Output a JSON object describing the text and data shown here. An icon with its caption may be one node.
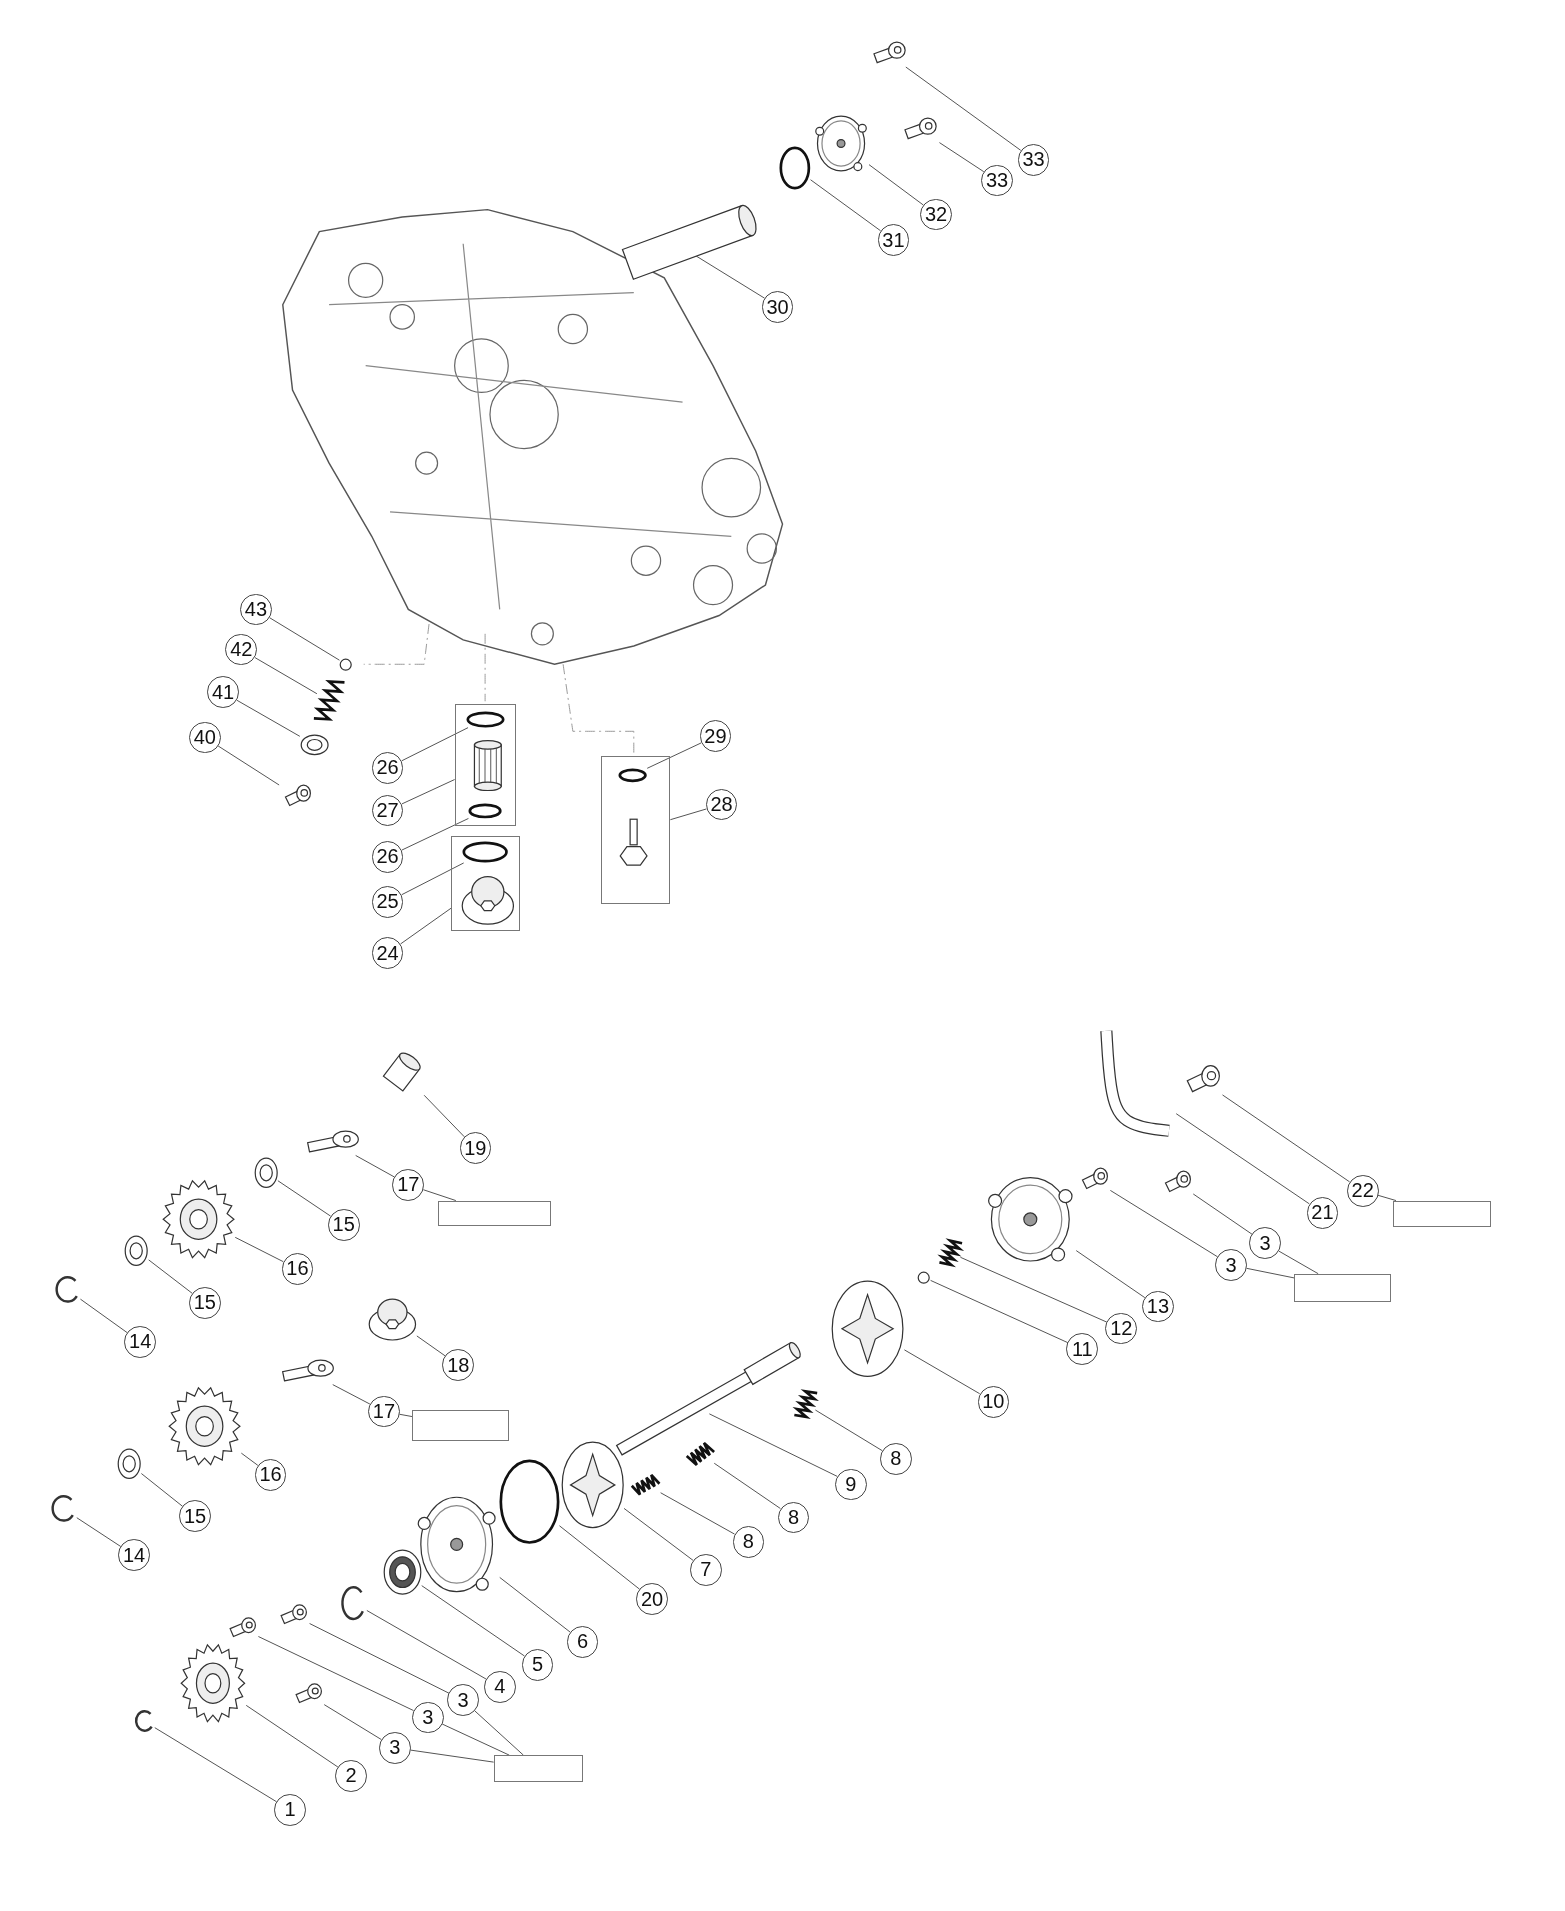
{
  "diagram": {
    "nodes": [
      {
        "text": [
          "33"
        ]
      },
      {
        "text": [],
        "shape": "picture"
      },
      {
        "text": [
          "33"
        ]
      },
      {
        "text": [],
        "shape": "picture"
      },
      {
        "text": [
          "32"
        ]
      },
      {
        "text": [],
        "shape": "picture"
      },
      {
        "text": [
          "31"
        ]
      },
      {
        "text": [],
        "shape": "circle"
      },
      {
        "text": [
          "30"
        ]
      },
      {
        "text": [],
        "shape": "picture"
      },
      {
        "text": [
          "43"
        ]
      },
      {
        "text": [],
        "shape": "circle"
      },
      {
        "text": [
          "42"
        ]
      },
      {
        "text": [],
        "shape": "picture"
      },
      {
        "text": [
          "41"
        ]
      },
      {
        "text": [],
        "shape": "picture"
      },
      {
        "text": [
          "40"
        ]
      },
      {
        "text": [],
        "shape": "picture"
      },
      {
        "text": [],
        "shape": "box"
      },
      {
        "text": [
          "26"
        ]
      },
      {
        "text": [],
        "shape": "circle",
        "in": 18
      },
      {
        "text": [
          "27"
        ]
      },
      {
        "text": [
          "26"
        ]
      },
      {
        "text": [],
        "shape": "circle",
        "in": 18
      },
      {
        "text": [],
        "shape": "box"
      },
      {
        "text": [
          "25"
        ]
      },
      {
        "text": [],
        "shape": "circle",
        "in": 24
      },
      {
        "text": [
          "24"
        ]
      },
      {
        "text": [],
        "shape": "box"
      },
      {
        "text": [
          "29"
        ]
      },
      {
        "text": [],
        "shape": "circle",
        "in": 28
      },
      {
        "text": [
          "28"
        ]
      },
      {
        "text": [
          "19"
        ]
      },
      {
        "text": [],
        "shape": "picture"
      },
      {
        "text": [
          "17"
        ]
      },
      {
        "text": [],
        "shape": "picture"
      },
      {
        "text": [],
        "shape": "box"
      },
      {
        "text": [
          "15"
        ]
      },
      {
        "text": [],
        "shape": "picture"
      },
      {
        "text": [
          "16"
        ]
      },
      {
        "text": [],
        "shape": "picture"
      },
      {
        "text": [
          "15"
        ]
      },
      {
        "text": [],
        "shape": "picture"
      },
      {
        "text": [
          "14"
        ]
      },
      {
        "text": [],
        "shape": "picture"
      },
      {
        "text": [
          "18"
        ]
      },
      {
        "text": [],
        "shape": "picture"
      },
      {
        "text": [
          "17"
        ]
      },
      {
        "text": [],
        "shape": "picture"
      },
      {
        "text": [],
        "shape": "box"
      },
      {
        "text": [
          "16"
        ]
      },
      {
        "text": [],
        "shape": "picture"
      },
      {
        "text": [
          "15"
        ]
      },
      {
        "text": [],
        "shape": "picture"
      },
      {
        "text": [
          "14"
        ]
      },
      {
        "text": [],
        "shape": "picture"
      },
      {
        "text": [
          "22"
        ]
      },
      {
        "text": [],
        "shape": "picture"
      },
      {
        "text": [],
        "shape": "box"
      },
      {
        "text": [
          "21"
        ]
      },
      {
        "text": [],
        "shape": "picture"
      },
      {
        "text": [
          "3"
        ]
      },
      {
        "text": [],
        "shape": "picture"
      },
      {
        "text": [
          "3"
        ]
      },
      {
        "text": [],
        "shape": "picture"
      },
      {
        "text": [],
        "shape": "box"
      },
      {
        "text": [
          "13"
        ]
      },
      {
        "text": [],
        "shape": "picture"
      },
      {
        "text": [
          "12"
        ]
      },
      {
        "text": [],
        "shape": "picture"
      },
      {
        "text": [
          "11"
        ]
      },
      {
        "text": [],
        "shape": "circle"
      },
      {
        "text": [
          "10"
        ]
      },
      {
        "text": [],
        "shape": "picture"
      },
      {
        "text": [
          "8"
        ]
      },
      {
        "text": [],
        "shape": "picture"
      },
      {
        "text": [
          "9"
        ]
      },
      {
        "text": [],
        "shape": "bar"
      },
      {
        "text": [
          "8"
        ]
      },
      {
        "text": [],
        "shape": "picture"
      },
      {
        "text": [
          "8"
        ]
      },
      {
        "text": [],
        "shape": "picture"
      },
      {
        "text": [
          "7"
        ]
      },
      {
        "text": [],
        "shape": "picture"
      },
      {
        "text": [
          "20"
        ]
      },
      {
        "text": [],
        "shape": "circle"
      },
      {
        "text": [
          "6"
        ]
      },
      {
        "text": [],
        "shape": "picture"
      },
      {
        "text": [
          "5"
        ]
      },
      {
        "text": [],
        "shape": "picture"
      },
      {
        "text": [
          "4"
        ]
      },
      {
        "text": [],
        "shape": "picture"
      },
      {
        "text": [
          "3"
        ]
      },
      {
        "text": [],
        "shape": "picture"
      },
      {
        "text": [
          "3"
        ]
      },
      {
        "text": [],
        "shape": "picture"
      },
      {
        "text": [
          "3"
        ]
      },
      {
        "text": [],
        "shape": "picture"
      },
      {
        "text": [],
        "shape": "box"
      },
      {
        "text": [
          "2"
        ]
      },
      {
        "text": [],
        "shape": "picture"
      },
      {
        "text": [
          "1"
        ]
      },
      {
        "text": [],
        "shape": "picture"
      }
    ],
    "edges": [
      {
        "from": 0,
        "to": 1,
        "arrow": "none"
      },
      {
        "from": 2,
        "to": 3,
        "arrow": "none"
      },
      {
        "from": 4,
        "to": 5,
        "arrow": "none"
      },
      {
        "from": 6,
        "to": 7,
        "arrow": "none"
      },
      {
        "from": 8,
        "to": 9,
        "arrow": "none"
      },
      {
        "from": 10,
        "to": 11,
        "arrow": "none"
      },
      {
        "from": 12,
        "to": 13,
        "arrow": "none"
      },
      {
        "from": 14,
        "to": 15,
        "arrow": "none"
      },
      {
        "from": 16,
        "to": 17,
        "arrow": "none"
      },
      {
        "from": 19,
        "to": 20,
        "arrow": "none"
      },
      {
        "from": 21,
        "to": 18,
        "arrow": "none"
      },
      {
        "from": 22,
        "to": 23,
        "arrow": "none"
      },
      {
        "from": 25,
        "to": 26,
        "arrow": "none"
      },
      {
        "from": 27,
        "to": 24,
        "arrow": "none"
      },
      {
        "from": 29,
        "to": 30,
        "arrow": "none"
      },
      {
        "from": 31,
        "to": 28,
        "arrow": "none"
      },
      {
        "from": 32,
        "to": 33,
        "arrow": "none"
      },
      {
        "from": 34,
        "to": 35,
        "arrow": "none"
      },
      {
        "from": 34,
        "to": 36,
        "arrow": "none"
      },
      {
        "from": 37,
        "to": 38,
        "arrow": "none"
      },
      {
        "from": 39,
        "to": 40,
        "arrow": "none"
      },
      {
        "from": 41,
        "to": 42,
        "arrow": "none"
      },
      {
        "from": 43,
        "to": 44,
        "arrow": "none"
      },
      {
        "from": 45,
        "to": 46,
        "arrow": "none"
      },
      {
        "from": 47,
        "to": 48,
        "arrow": "none"
      },
      {
        "from": 47,
        "to": 49,
        "arrow": "none"
      },
      {
        "from": 50,
        "to": 51,
        "arrow": "none"
      },
      {
        "from": 52,
        "to": 53,
        "arrow": "none"
      },
      {
        "from": 54,
        "to": 55,
        "arrow": "none"
      },
      {
        "from": 56,
        "to": 57,
        "arrow": "none"
      },
      {
        "from": 56,
        "to": 58,
        "arrow": "none"
      },
      {
        "from": 59,
        "to": 60,
        "arrow": "none"
      },
      {
        "from": 61,
        "to": 62,
        "arrow": "none"
      },
      {
        "from": 61,
        "to": 65,
        "arrow": "none"
      },
      {
        "from": 63,
        "to": 64,
        "arrow": "none"
      },
      {
        "from": 63,
        "to": 65,
        "arrow": "none"
      },
      {
        "from": 66,
        "to": 67,
        "arrow": "none"
      },
      {
        "from": 68,
        "to": 69,
        "arrow": "none"
      },
      {
        "from": 70,
        "to": 71,
        "arrow": "none"
      },
      {
        "from": 72,
        "to": 73,
        "arrow": "none"
      },
      {
        "from": 74,
        "to": 75,
        "arrow": "none"
      },
      {
        "from": 76,
        "to": 77,
        "arrow": "none"
      },
      {
        "from": 78,
        "to": 79,
        "arrow": "none"
      },
      {
        "from": 80,
        "to": 81,
        "arrow": "none"
      },
      {
        "from": 82,
        "to": 83,
        "arrow": "none"
      },
      {
        "from": 84,
        "to": 85,
        "arrow": "none"
      },
      {
        "from": 86,
        "to": 87,
        "arrow": "none"
      },
      {
        "from": 88,
        "to": 89,
        "arrow": "none"
      },
      {
        "from": 90,
        "to": 91,
        "arrow": "none"
      },
      {
        "from": 92,
        "to": 93,
        "arrow": "none"
      },
      {
        "from": 92,
        "to": 98,
        "arrow": "none"
      },
      {
        "from": 94,
        "to": 95,
        "arrow": "none"
      },
      {
        "from": 94,
        "to": 98,
        "arrow": "none"
      },
      {
        "from": 96,
        "to": 97,
        "arrow": "none"
      },
      {
        "from": 96,
        "to": 98,
        "arrow": "none"
      },
      {
        "from": 99,
        "to": 100,
        "arrow": "none"
      },
      {
        "from": 101,
        "to": 102,
        "arrow": "none"
      }
    ]
  }
}
